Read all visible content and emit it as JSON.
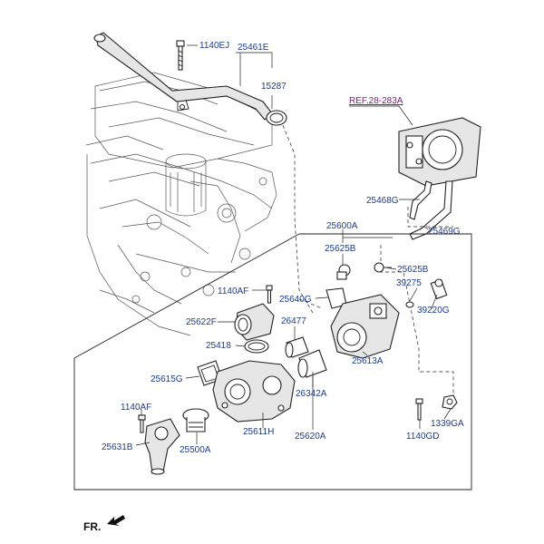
{
  "labels": {
    "l_1140ej": "1140EJ",
    "l_25461e": "25461E",
    "l_15287": "15287",
    "l_ref": "REF.28-283A",
    "l_25468g": "25468G",
    "l_25469g": "25469G",
    "l_25600a": "25600A",
    "l_25625b_1": "25625B",
    "l_25625b_2": "25625B",
    "l_1140af_1": "1140AF",
    "l_25640g": "25640G",
    "l_39275": "39275",
    "l_39220g": "39220G",
    "l_25622f": "25622F",
    "l_26477": "26477",
    "l_25418": "25418",
    "l_25613a": "25613A",
    "l_25615g": "25615G",
    "l_26342a": "26342A",
    "l_1140af_2": "1140AF",
    "l_25611h": "25611H",
    "l_25620a": "25620A",
    "l_1339ga": "1339GA",
    "l_1140gd": "1140GD",
    "l_25631b": "25631B",
    "l_25500a": "25500A",
    "fr": "FR."
  },
  "colors": {
    "label": "#1e3c8c",
    "ref": "#7a1f7a",
    "line": "#222222"
  }
}
